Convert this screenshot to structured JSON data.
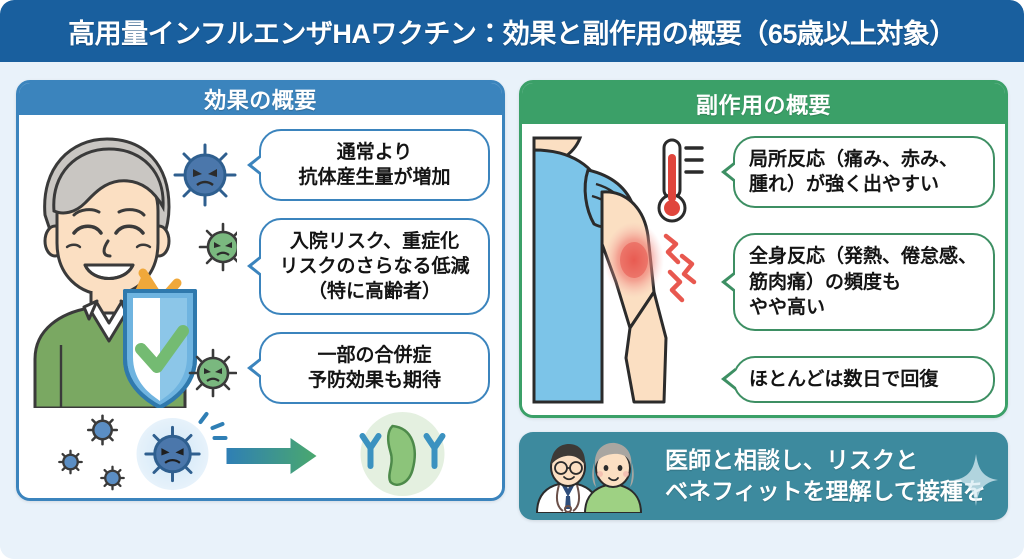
{
  "header": {
    "title": "高用量インフルエンザHAワクチン：効果と副作用の概要（65歳以上対象）",
    "bar_color": "#195f9e",
    "page_background": "#e9f2fa"
  },
  "left_panel": {
    "heading": "効果の概要",
    "accent_color": "#3b84bd",
    "illustration": {
      "figure": "elderly-man-smiling",
      "sweater_color": "#7aa862",
      "hair_color": "#c9c6c2",
      "skin_color": "#fbdfc2",
      "shield_color": "#6fb4e0",
      "check_color": "#74bb72",
      "arrow_color": "#f0a83a",
      "viruses": [
        "blue-virus",
        "green-virus",
        "green-virus"
      ]
    },
    "bubbles": [
      {
        "lines": [
          "通常より",
          "抗体産生量が増加"
        ]
      },
      {
        "lines": [
          "入院リスク、重症化",
          "リスクのさらなる低減",
          "（特に高齢者）"
        ]
      },
      {
        "lines": [
          "一部の合併症",
          "予防効果も期待"
        ]
      }
    ],
    "bottom_illustration": {
      "label": "virus-to-antibody-flow",
      "virus_color": "#5b8ec4",
      "arrow_start_color": "#2f7fb5",
      "arrow_end_color": "#4aa86e",
      "antibody_color": "#3b92c0",
      "shield_color": "#8cc47a"
    }
  },
  "right_panel": {
    "heading": "副作用の概要",
    "accent_color": "#3ba068",
    "illustration": {
      "figure": "arm-with-injection-site-reaction",
      "shirt_color": "#7cc4e8",
      "skin_color": "#fbdfc2",
      "redness_color": "#e8584f",
      "thermometer_color": "#e0453c",
      "pain_lines_color": "#e8584f"
    },
    "bubbles": [
      {
        "lines": [
          "局所反応（痛み、赤み、",
          "腫れ）が強く出やすい"
        ]
      },
      {
        "lines": [
          "全身反応（発熱、倦怠感、",
          "筋肉痛）の頻度も",
          "やや高い"
        ]
      },
      {
        "lines": [
          "ほとんどは数日で回復"
        ]
      }
    ]
  },
  "banner": {
    "background_color": "#3d8a9e",
    "lines": [
      "医師と相談し、リスクと",
      "ベネフィットを理解して接種を"
    ],
    "avatars": [
      {
        "name": "doctor-avatar",
        "coat_color": "#ffffff",
        "tie_color": "#2e4d7b",
        "hair_color": "#3d3a36"
      },
      {
        "name": "patient-avatar",
        "top_color": "#9ed183",
        "hair_color": "#a9a6a1"
      }
    ],
    "sparkle_icon": "sparkle-icon"
  }
}
